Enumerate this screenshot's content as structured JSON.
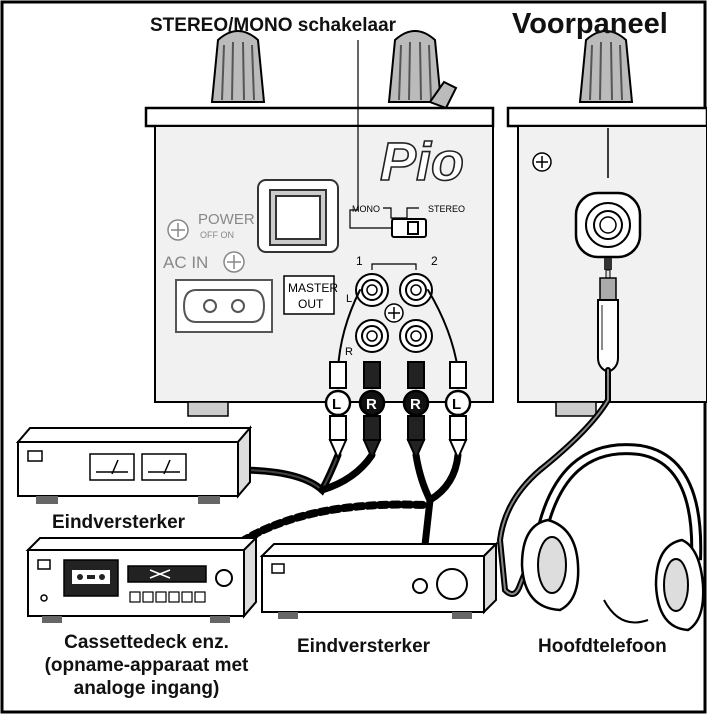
{
  "labels": {
    "switch": "STEREO/MONO schakelaar",
    "front_panel": "Voorpaneel",
    "power_amp_left": "Eindversterker",
    "power_amp_center": "Eindversterker",
    "headphones": "Hoofdtelefoon",
    "cassette_line1": "Cassettedeck enz.",
    "cassette_line2": "(opname-apparaat met",
    "cassette_line3": "analoge ingang)"
  },
  "panel": {
    "logo": "Pio",
    "mono": "MONO",
    "stereo": "STEREO",
    "power": "POWER",
    "power_states": "OFF ON",
    "ac_in": "AC IN",
    "master": "MASTER",
    "out": "OUT",
    "output_1": "1",
    "output_2": "2",
    "channel_l": "L",
    "channel_r": "R",
    "plug_l": "L",
    "plug_r": "R"
  }
}
